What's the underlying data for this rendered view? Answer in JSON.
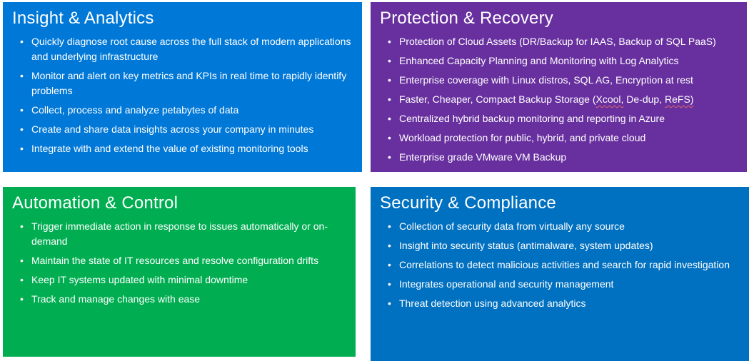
{
  "slide": {
    "background_color": "#FFFFFF",
    "text_color": "#FFFFFF",
    "spellcheck_squiggle_color": "#E06A6A"
  },
  "panels": [
    {
      "id": "insight-analytics",
      "title": "Insight & Analytics",
      "color": "#0078D7",
      "bullets": [
        {
          "text": "Quickly diagnose root cause across the full stack of modern applications and underlying infrastructure"
        },
        {
          "text": "Monitor and alert on key metrics and KPIs in real time to rapidly identify problems"
        },
        {
          "text": "Collect, process and analyze petabytes of data"
        },
        {
          "text": "Create and share data insights across your company in minutes"
        },
        {
          "text": "Integrate with and extend the value of existing monitoring tools"
        }
      ]
    },
    {
      "id": "protection-recovery",
      "title": "Protection & Recovery",
      "color": "#68309F",
      "bullets": [
        {
          "text": "Protection of Cloud Assets (DR/Backup for IAAS, Backup of SQL PaaS)"
        },
        {
          "text": "Enhanced Capacity Planning and Monitoring with Log Analytics"
        },
        {
          "text": "Enterprise coverage with Linux distros, SQL AG, Encryption at rest"
        },
        {
          "segments": [
            {
              "text": "Faster, Cheaper, Compact Backup Storage ("
            },
            {
              "text": "Xcool,",
              "misspelled": true
            },
            {
              "text": " De-dup, "
            },
            {
              "text": "ReFS)",
              "misspelled": true
            }
          ]
        },
        {
          "text": "Centralized hybrid backup monitoring and reporting in Azure"
        },
        {
          "text": "Workload protection for public, hybrid, and private cloud"
        },
        {
          "text": "Enterprise grade VMware VM Backup"
        }
      ]
    },
    {
      "id": "automation-control",
      "title": "Automation & Control",
      "color": "#00AE51",
      "bullets": [
        {
          "text": "Trigger immediate action in response to issues automatically or on-demand"
        },
        {
          "text": "Maintain the state of IT resources and resolve configuration drifts"
        },
        {
          "text": "Keep IT systems updated with minimal downtime"
        },
        {
          "text": "Track and manage changes with ease"
        }
      ]
    },
    {
      "id": "security-compliance",
      "title": "Security & Compliance",
      "color": "#0070C0",
      "bullets": [
        {
          "text": "Collection of security data from virtually any source"
        },
        {
          "text": "Insight into security status (antimalware, system updates)"
        },
        {
          "text": "Correlations to detect malicious activities and search for rapid investigation"
        },
        {
          "text": "Integrates operational and security management"
        },
        {
          "text": "Threat detection using advanced analytics"
        }
      ]
    }
  ]
}
